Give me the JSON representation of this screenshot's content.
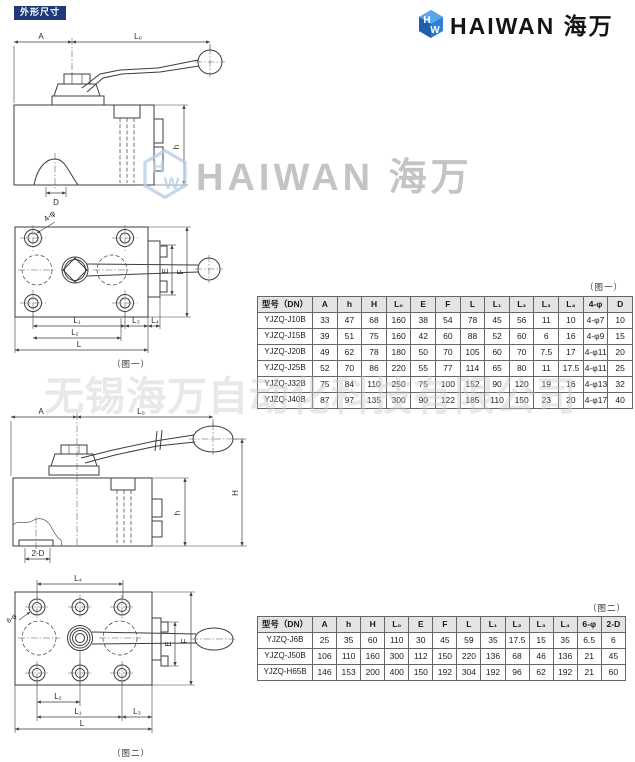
{
  "header": {
    "badge": "外形尺寸",
    "brand_text": "HAIWAN 海万",
    "brand_icon": "hexagon-cube-logo",
    "brand_blue": "#2b7fd6"
  },
  "watermarks": {
    "center_text": "HAIWAN 海万",
    "company_text": "无锡海万自动化科技有限公司"
  },
  "figures": {
    "fig1": "（图一）",
    "fig2": "（图二）"
  },
  "dims": {
    "A": "A",
    "L0": "L₀",
    "h": "h",
    "H": "H",
    "D": "D",
    "E": "E",
    "F": "F",
    "L": "L",
    "L1": "L₁",
    "L2": "L₂",
    "L3": "L₃",
    "L4": "L₄",
    "holes4": "4-φ",
    "holes6": "6-φ",
    "twoD": "2-D"
  },
  "table1": {
    "caption": "（图一）",
    "headers": [
      "型号（DN）",
      "A",
      "h",
      "H",
      "L₀",
      "E",
      "F",
      "L",
      "L₁",
      "L₂",
      "L₃",
      "L₄",
      "4-φ",
      "D"
    ],
    "rows": [
      [
        "YJZQ-J10B",
        "33",
        "47",
        "68",
        "160",
        "38",
        "54",
        "78",
        "45",
        "56",
        "11",
        "10",
        "4-φ7",
        "10"
      ],
      [
        "YJZQ-J15B",
        "39",
        "51",
        "75",
        "160",
        "42",
        "60",
        "88",
        "52",
        "60",
        "6",
        "16",
        "4-φ9",
        "15"
      ],
      [
        "YJZQ-J20B",
        "49",
        "62",
        "78",
        "180",
        "50",
        "70",
        "105",
        "60",
        "70",
        "7.5",
        "17",
        "4-φ11",
        "20"
      ],
      [
        "YJZQ-J25B",
        "52",
        "70",
        "86",
        "220",
        "55",
        "77",
        "114",
        "65",
        "80",
        "11",
        "17.5",
        "4-φ11",
        "25"
      ],
      [
        "YJZQ-J32B",
        "75",
        "84",
        "110",
        "250",
        "75",
        "100",
        "152",
        "90",
        "120",
        "19",
        "16",
        "4-φ13",
        "32"
      ],
      [
        "YJZQ-J40B",
        "87",
        "97",
        "135",
        "300",
        "90",
        "122",
        "185",
        "110",
        "150",
        "23",
        "20",
        "4-φ17",
        "40"
      ]
    ]
  },
  "table2": {
    "caption": "（图二）",
    "headers": [
      "型号（DN）",
      "A",
      "h",
      "H",
      "L₀",
      "E",
      "F",
      "L",
      "L₁",
      "L₂",
      "L₃",
      "L₄",
      "6-φ",
      "2-D"
    ],
    "rows": [
      [
        "YJZQ-J6B",
        "25",
        "35",
        "60",
        "110",
        "30",
        "45",
        "59",
        "35",
        "17.5",
        "15",
        "35",
        "6.5",
        "6"
      ],
      [
        "YJZQ-J50B",
        "106",
        "110",
        "160",
        "300",
        "112",
        "150",
        "220",
        "136",
        "68",
        "46",
        "136",
        "21",
        "45"
      ],
      [
        "YJZQ-H65B",
        "146",
        "153",
        "200",
        "400",
        "150",
        "192",
        "304",
        "192",
        "96",
        "62",
        "192",
        "21",
        "60"
      ]
    ]
  },
  "colors": {
    "badge_bg": "#1e3a78",
    "table_header_bg": "#e4e4e4",
    "drawing_line": "#3d3d3d",
    "watermark_gray": "#b1b1b1"
  }
}
